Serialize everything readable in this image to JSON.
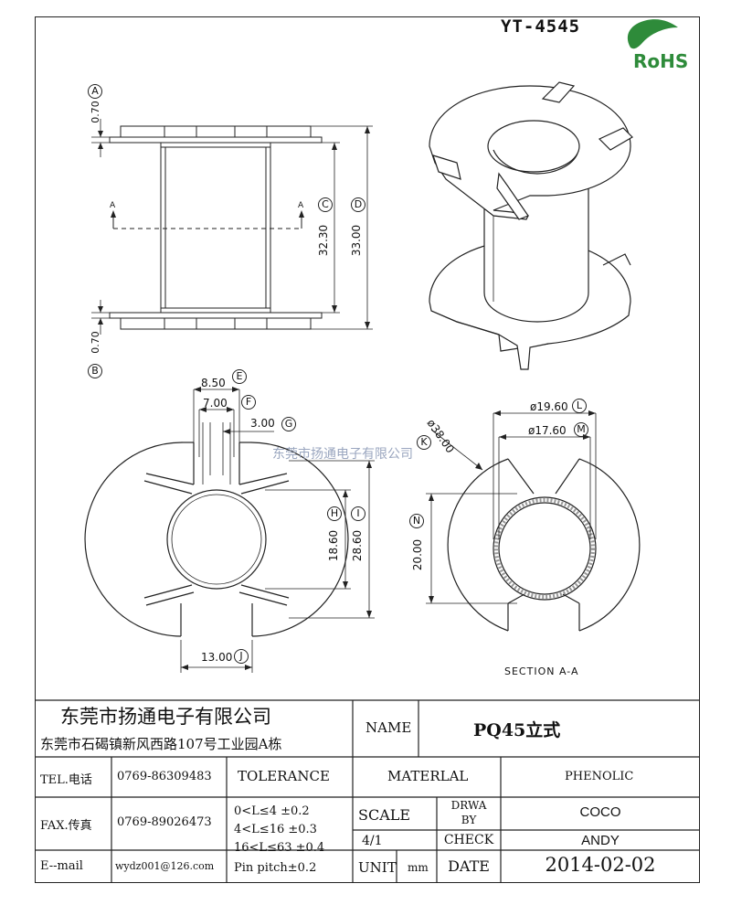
{
  "header": {
    "model": "YT-4545",
    "rohs_label": "RoHS",
    "watermark": "东莞市扬通电子有限公司"
  },
  "front_view": {
    "dim_a": "0.70",
    "dim_b": "0.70",
    "dim_c": "32.30",
    "dim_d": "33.00",
    "callout_a": "A",
    "callout_b": "B",
    "callout_c": "C",
    "callout_d": "D",
    "section_mark": "A"
  },
  "top_view": {
    "dim_e": "8.50",
    "dim_f": "7.00",
    "dim_g": "3.00",
    "dim_h": "18.60",
    "dim_i": "28.60",
    "dim_j": "13.00",
    "callout_e": "E",
    "callout_f": "F",
    "callout_g": "G",
    "callout_h": "H",
    "callout_i": "I",
    "callout_j": "J"
  },
  "section_view": {
    "dim_k": "ø38.00",
    "dim_l": "ø19.60",
    "dim_m": "ø17.60",
    "dim_n": "20.00",
    "callout_k": "K",
    "callout_l": "L",
    "callout_m": "M",
    "callout_n": "N",
    "label": "SECTION A-A"
  },
  "title_block": {
    "company_name": "东莞市扬通电子有限公司",
    "company_address": "东莞市石碣镇新风西路107号工业园A栋",
    "name_label": "NAME",
    "name_value": "PQ45立式",
    "tel_label": "TEL.电话",
    "tel_value": "0769-86309483",
    "fax_label": "FAX.传真",
    "fax_value": "0769-89026473",
    "email_label": "E--mail",
    "email_value": "wydz001@126.com",
    "tolerance_label": "TOLERANCE",
    "tolerance_lines": [
      "0<L≤4   ±0.2",
      "4<L≤16  ±0.3",
      "16<L≤63 ±0.4",
      "Pin pitch±0.2"
    ],
    "material_label": "MATERLAL",
    "material_value": "PHENOLIC",
    "scale_label": "SCALE",
    "scale_value": "4/1",
    "drawn_label_1": "DRWA",
    "drawn_label_2": "BY",
    "drawn_value": "COCO",
    "check_label": "CHECK",
    "check_value": "ANDY",
    "unit_label": "UNIT",
    "unit_value": "mm",
    "date_label": "DATE",
    "date_value": "2014-02-02"
  }
}
